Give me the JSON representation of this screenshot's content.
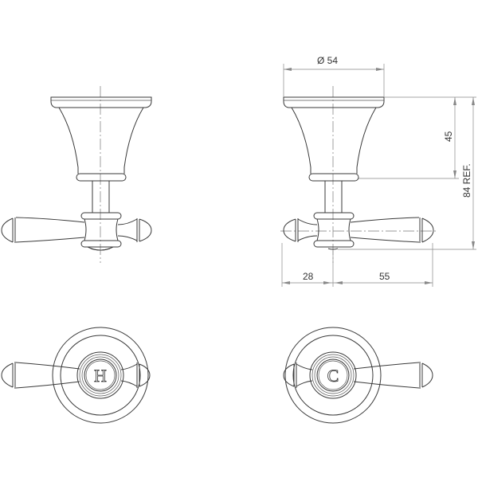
{
  "drawing": {
    "title": "Tap handle assembly technical drawing",
    "views": [
      {
        "name": "side-view-left",
        "label": ""
      },
      {
        "name": "side-view-dimensioned",
        "label": ""
      },
      {
        "name": "front-view-hot",
        "label": ""
      },
      {
        "name": "front-view-cold",
        "label": ""
      }
    ]
  },
  "dimensions": {
    "diameter": "Ø 54",
    "flange_height": "45",
    "overall_height": "84 REF.",
    "lever_short": "28",
    "lever_long": "55"
  },
  "indicators": {
    "hot": "H",
    "cold": "C"
  },
  "colors": {
    "line": "#3a3a3a",
    "dimension": "#888888",
    "background": "#ffffff"
  }
}
